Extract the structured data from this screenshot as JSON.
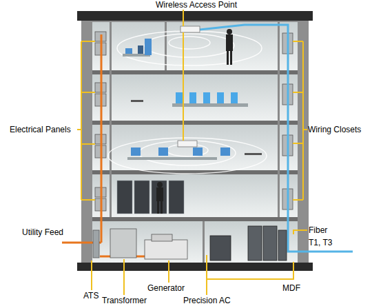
{
  "diagram": {
    "labels": [
      "Wireless Access Point",
      "Electrical Panels",
      "Wiring Closets",
      "Utility Feed",
      "Fiber",
      "T1, T3",
      "ATS",
      "Transformer",
      "Generator",
      "Precision AC",
      "MDF"
    ]
  }
}
